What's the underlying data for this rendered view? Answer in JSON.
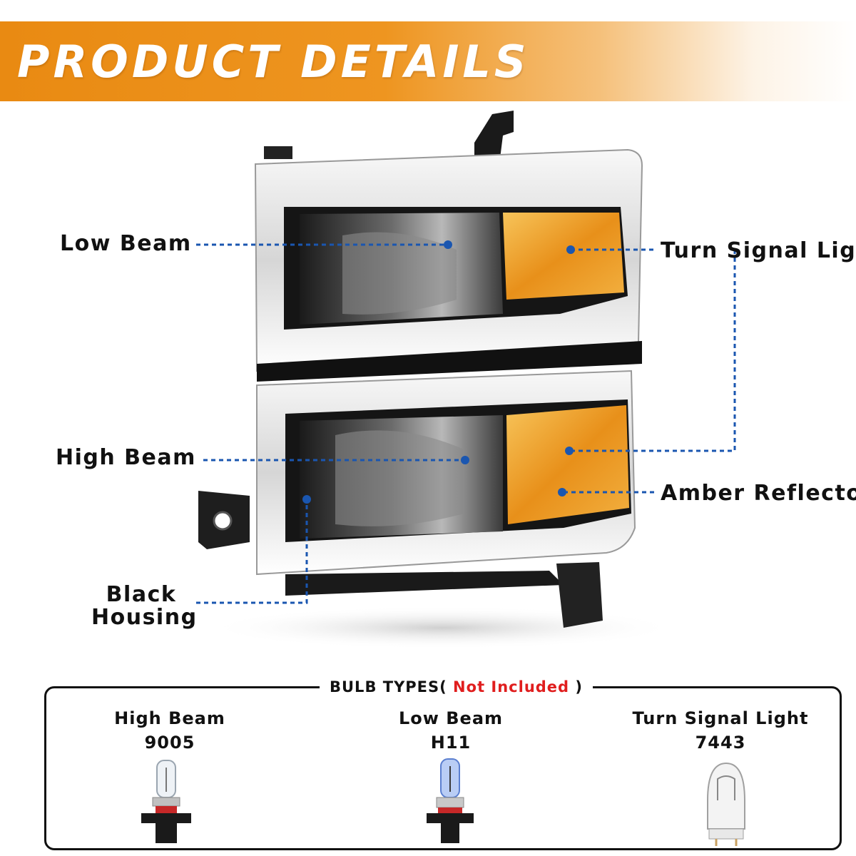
{
  "banner": {
    "title": "PRODUCT DETAILS"
  },
  "callouts": {
    "low_beam": "Low Beam",
    "high_beam": "High Beam",
    "black_housing_line1": "Black",
    "black_housing_line2": "Housing",
    "turn_signal": "Turn Signal Light",
    "amber_reflector": "Amber Reflector"
  },
  "bulbs": {
    "heading_prefix": "BULB TYPES(",
    "heading_note": " Not Included ",
    "heading_suffix": ")",
    "items": [
      {
        "name": "High Beam",
        "code": "9005"
      },
      {
        "name": "Low Beam",
        "code": "H11"
      },
      {
        "name": "Turn Signal Light",
        "code": "7443"
      }
    ]
  },
  "colors": {
    "banner_orange": "#e98a12",
    "callout_blue": "#1a56b0",
    "amber": "#f0a020",
    "note_red": "#e01e1e"
  }
}
